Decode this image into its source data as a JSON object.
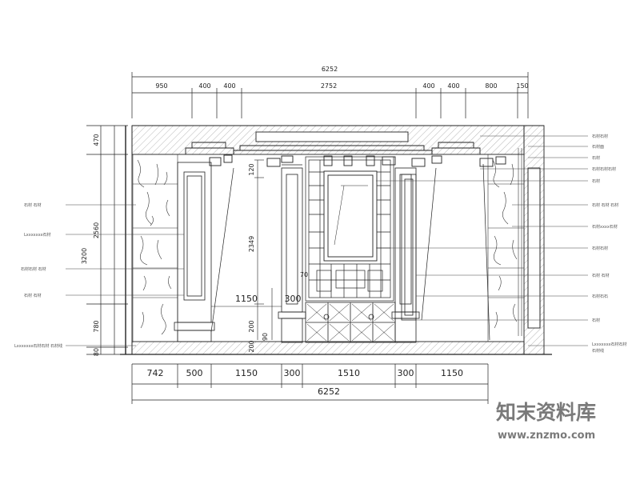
{
  "dimensions": {
    "top_total": "6252",
    "top_segments": [
      "950",
      "400",
      "400",
      "2752",
      "400",
      "400",
      "800",
      "150"
    ],
    "bottom_segments": [
      "742",
      "500",
      "1150",
      "300",
      "1510",
      "300",
      "1150"
    ],
    "bottom_total": "6252",
    "left_heights": [
      "470",
      "2560",
      "780",
      "80"
    ],
    "left_total": "3200",
    "inner": [
      "120",
      "2349",
      "70",
      "1150",
      "300",
      "200",
      "90",
      "200"
    ]
  },
  "annotations": {
    "left": [
      "石材 石材",
      "Lxxxxxxx石材",
      "石材石材 石材",
      "石材 石材",
      "Lxxxxxxx石材石材 石材线"
    ],
    "right": [
      "石材石材",
      "石材面",
      "石材",
      "石材石材石材",
      "石材",
      "石材 石材 石材",
      "石材xxxx石材",
      "石材石材",
      "石材 石材",
      "石材石石",
      "石材",
      "Lxxxxxxx石材石材",
      "石材线"
    ]
  },
  "watermark": {
    "brand": "知末资料库",
    "url": "www.znzmo.com"
  },
  "colors": {
    "line": "#222222",
    "hatch": "#777777",
    "watermark": "#7a7a7a"
  }
}
